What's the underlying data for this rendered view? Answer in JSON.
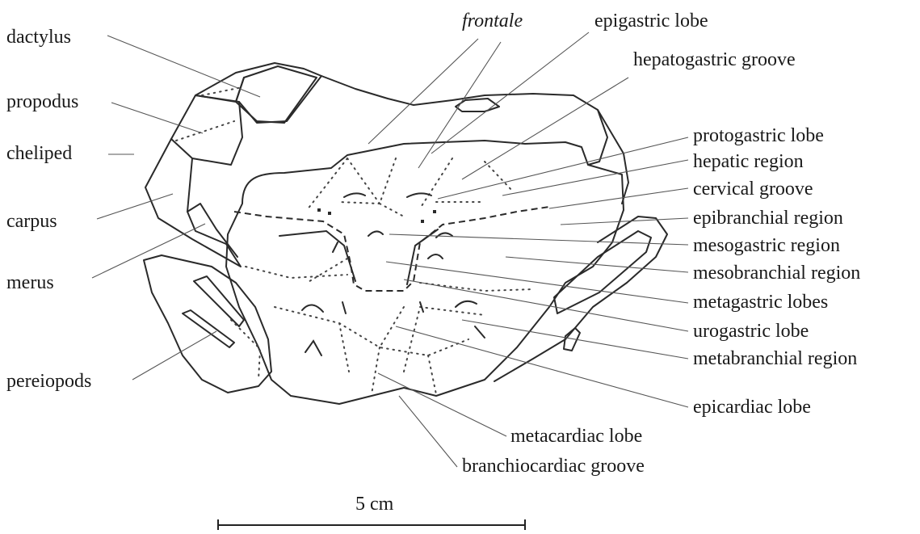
{
  "labels": {
    "dactylus": "dactylus",
    "propodus": "propodus",
    "cheliped": "cheliped",
    "carpus": "carpus",
    "merus": "merus",
    "pereiopods": "pereiopods",
    "frontale": "frontale",
    "epigastric_lobe": "epigastric lobe",
    "hepatogastric_groove": "hepatogastric groove",
    "protogastric_lobe": "protogastric lobe",
    "hepatic_region": "hepatic region",
    "cervical_groove": "cervical groove",
    "epibranchial_region": "epibranchial region",
    "mesogastric_region": "mesogastric region",
    "mesobranchial_region": "mesobranchial region",
    "metagastric_lobes": "metagastric lobes",
    "urogastric_lobe": "urogastric lobe",
    "metabranchial_region": "metabranchial region",
    "epicardiac_lobe": "epicardiac lobe",
    "metacardiac_lobe": "metacardiac lobe",
    "branchiocardiac_groove": "branchiocardiac groove"
  },
  "scale_bar": {
    "label": "5 cm"
  }
}
